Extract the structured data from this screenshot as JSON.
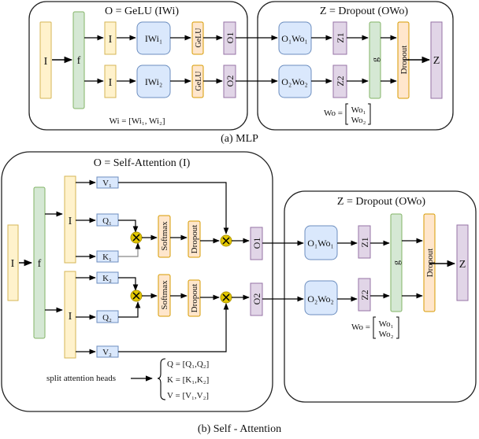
{
  "colors": {
    "yellow_fill": "#fff2cc",
    "yellow_stroke": "#d6b656",
    "green_fill": "#d5e8d4",
    "green_stroke": "#82b366",
    "blue_fill": "#dae8fc",
    "blue_stroke": "#6c8ebf",
    "orange_fill": "#ffe6cc",
    "orange_stroke": "#d79b00",
    "purple_fill": "#e1d5e7",
    "purple_stroke": "#9673a6",
    "mult_fill": "#e3c800",
    "mult_stroke": "#b09500"
  },
  "mlp": {
    "caption": "(a) MLP",
    "left_title": "O = GeLU (IWi)",
    "right_title": "Z = Dropout (OWo)",
    "input": "I",
    "f": "f",
    "branch_inputs": [
      "I",
      "I"
    ],
    "weights": [
      "IWi₁",
      "IWi₂"
    ],
    "activations": [
      "GeLU",
      "GeLU"
    ],
    "outputs": [
      "O1",
      "O2"
    ],
    "wi_formula": "Wi = [Wi₁, Wi₂]",
    "proj": [
      "O₁Wo₁",
      "O₂Wo₂"
    ],
    "z": [
      "Z1",
      "Z2"
    ],
    "g": "g",
    "dropout": "Dropout",
    "final": "Z",
    "wo_label": "Wo =",
    "wo_rows": [
      "Wo₁",
      "Wo₂"
    ]
  },
  "attn": {
    "caption": "(b) Self - Attention",
    "left_title": "O = Self-Attention (I)",
    "right_title": "Z = Dropout (OWo)",
    "input": "I",
    "f": "f",
    "branch_inputs": [
      "I",
      "I"
    ],
    "head1": {
      "v": "V₁",
      "q": "Q₁",
      "k": "K₁"
    },
    "head2": {
      "k": "K₂",
      "q": "Q₂",
      "v": "V₂"
    },
    "softmax": "Softmax",
    "dropout": "Dropout",
    "outputs": [
      "O1",
      "O2"
    ],
    "split_label": "split attention heads",
    "split_eqs": [
      "Q = [Q₁,Q₂]",
      "K = [K₁,K₂]",
      "V = [V₁,V₂]"
    ],
    "proj": [
      "O₁Wo₁",
      "O₂Wo₂"
    ],
    "z": [
      "Z1",
      "Z2"
    ],
    "g": "g",
    "final_dropout": "Dropout",
    "final": "Z",
    "wo_label": "Wo =",
    "wo_rows": [
      "Wo₁",
      "Wo₂"
    ]
  }
}
